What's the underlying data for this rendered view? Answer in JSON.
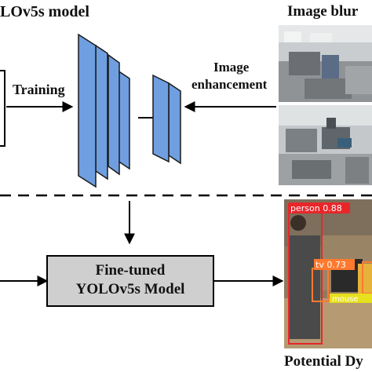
{
  "top": {
    "model_title": "LOv5s model",
    "images_title": "Image blur",
    "training_label": "Training",
    "enhance_line1": "Image",
    "enhance_line2": "enhancement"
  },
  "bottom": {
    "finetuned_line1": "Fine-tuned",
    "finetuned_line2": "YOLOv5s Model",
    "result_title": "Potential Dy"
  },
  "detections": [
    {
      "label": "person",
      "score": "0.88",
      "color": "#e8262a"
    },
    {
      "label": "tv",
      "score": "0.73",
      "color": "#ff7a2f"
    },
    {
      "label": "mouse",
      "score": "",
      "color": "#e6e01e"
    }
  ],
  "colors": {
    "layer_fill": "#6f9fe0",
    "layer_stroke": "#1a1a1a",
    "box_fill": "#cfcfcf",
    "arrow": "#000000"
  }
}
